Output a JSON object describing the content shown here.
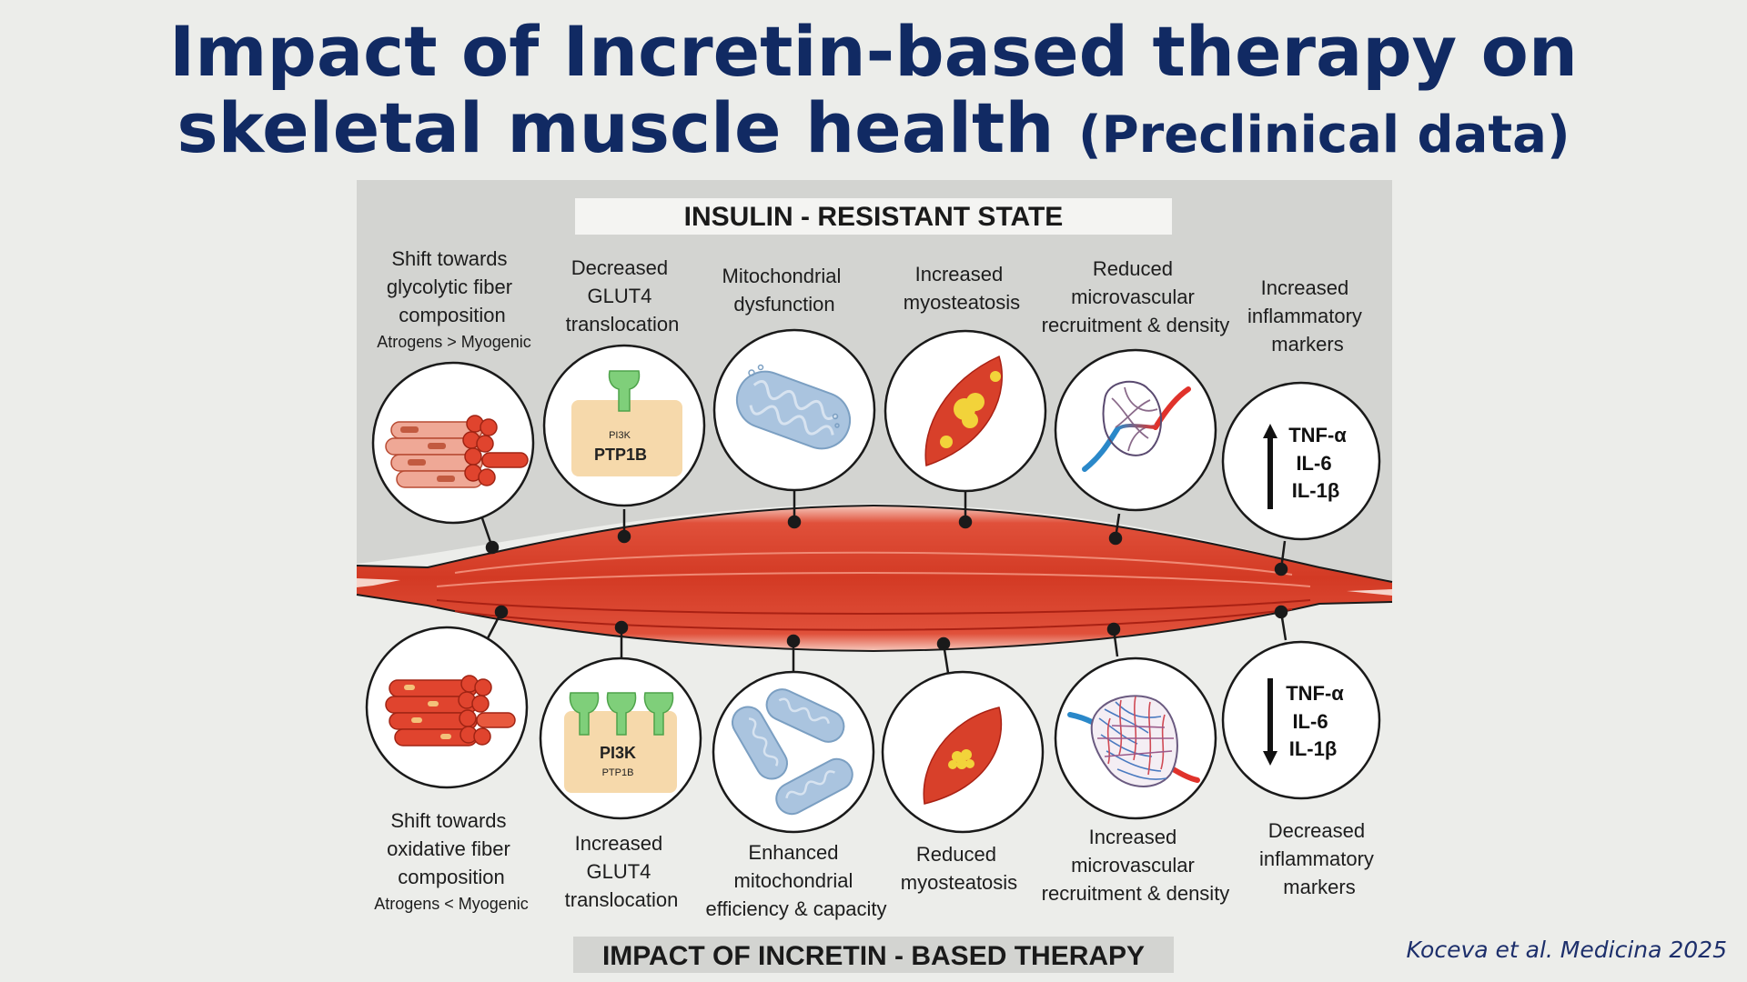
{
  "title": {
    "line1": "Impact of Incretin-based therapy on",
    "line2_main": "skeletal muscle health",
    "line2_paren": "(Preclinical data)"
  },
  "top_banner": "INSULIN - RESISTANT STATE",
  "bottom_banner": "IMPACT OF INCRETIN - BASED THERAPY",
  "top_items": [
    {
      "lines": [
        "Shift towards",
        "glycolytic fiber",
        "composition"
      ],
      "note": "Atrogens  > Myogenic"
    },
    {
      "lines": [
        "Decreased",
        "GLUT4",
        "translocation"
      ],
      "box_top": "PI3K",
      "box_main": "PTP1B"
    },
    {
      "lines": [
        "Mitochondrial",
        "dysfunction"
      ]
    },
    {
      "lines": [
        "Increased",
        "myosteatosis"
      ]
    },
    {
      "lines": [
        "Reduced",
        "microvascular",
        "recruitment & density"
      ]
    },
    {
      "lines": [
        "Increased",
        "inflammatory",
        "markers"
      ],
      "markers": [
        "TNF-α",
        "IL-6",
        "IL-1β"
      ]
    }
  ],
  "bottom_items": [
    {
      "lines": [
        "Shift towards",
        "oxidative fiber",
        "composition"
      ],
      "note": "Atrogens < Myogenic"
    },
    {
      "lines": [
        "Increased",
        "GLUT4",
        "translocation"
      ],
      "box_main": "PI3K",
      "box_sub": "PTP1B"
    },
    {
      "lines": [
        "Enhanced",
        "mitochondrial",
        "efficiency & capacity"
      ]
    },
    {
      "lines": [
        "Reduced",
        "myosteatosis"
      ]
    },
    {
      "lines": [
        "Increased",
        "microvascular",
        "recruitment & density"
      ]
    },
    {
      "lines": [
        "Decreased",
        "inflammatory",
        "markers"
      ],
      "markers": [
        "TNF-α",
        "IL-6",
        "IL-1β"
      ]
    }
  ],
  "citation": "Koceva et al. Medicina 2025",
  "colors": {
    "title": "#112a63",
    "muscle": "#d8402a",
    "panel": "#d3d4d1",
    "fat": "#f2d33a",
    "glut": "#7fcf7a",
    "mito": "#aac4df"
  }
}
